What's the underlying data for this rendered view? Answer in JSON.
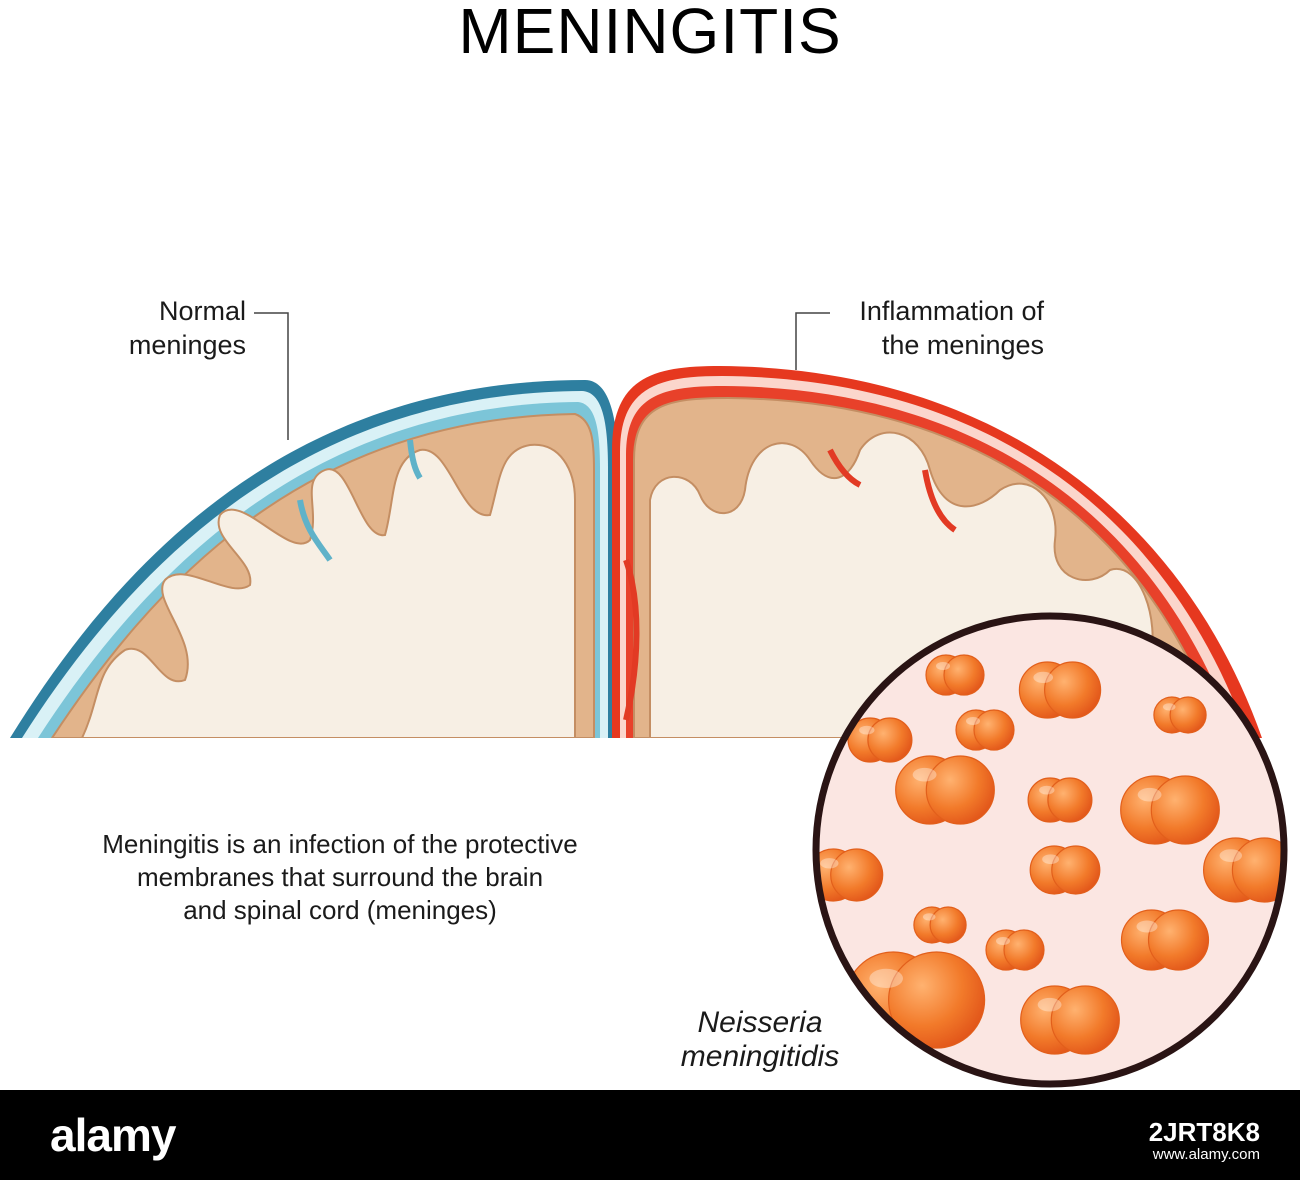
{
  "title": "MENINGITIS",
  "labels": {
    "normal": [
      "Normal",
      "meninges"
    ],
    "inflamed": [
      "Inflammation of",
      "the meninges"
    ]
  },
  "description": [
    "Meningitis is an infection of the protective",
    "membranes that surround the brain",
    "and spinal cord (meninges)"
  ],
  "bacteria": [
    "Neisseria",
    "meningitidis"
  ],
  "watermark": {
    "brand": "alamy",
    "image_id": "2JRT8K8",
    "site": "www.alamy.com"
  },
  "colors": {
    "normal_meninges": "#2e7fa0",
    "normal_fluid": "#9fd6e2",
    "inflamed_meninges": "#e6381f",
    "inflamed_fluid": "#f26a4f",
    "gray_matter": "#e2b48b",
    "white_matter": "#f7efe4",
    "bacteria": "#f08a38",
    "bacteria_dark": "#e25f1b",
    "lens_bg": "#fbe6e2",
    "lens_border": "#2a1414",
    "footer": "#000000"
  }
}
